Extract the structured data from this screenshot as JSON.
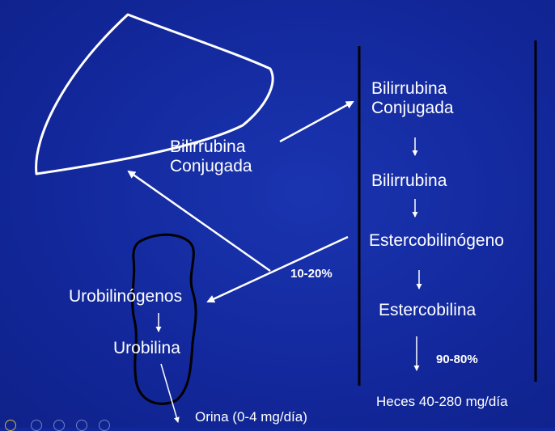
{
  "liver_label": [
    "Bilirrubina",
    "Conjugada"
  ],
  "intestine_column": {
    "item1": [
      "Bilirrubina",
      "Conjugada"
    ],
    "item2": "Bilirrubina",
    "item3": "Estercobilinógeno",
    "item4": "Estercobilina",
    "percent": "90-80%",
    "feces": "Heces 40-280 mg/día"
  },
  "reabsorption_percent": "10-20%",
  "kidney": {
    "urobilinogen": "Urobilinógenos",
    "urobilin": "Urobilina",
    "urine": "Orina (0-4 mg/día)"
  },
  "colors": {
    "background": "#12279a",
    "text": "#ffffff",
    "liver_outline": "#ffffff",
    "kidney_outline": "#000000",
    "column_lines": "#000000"
  }
}
